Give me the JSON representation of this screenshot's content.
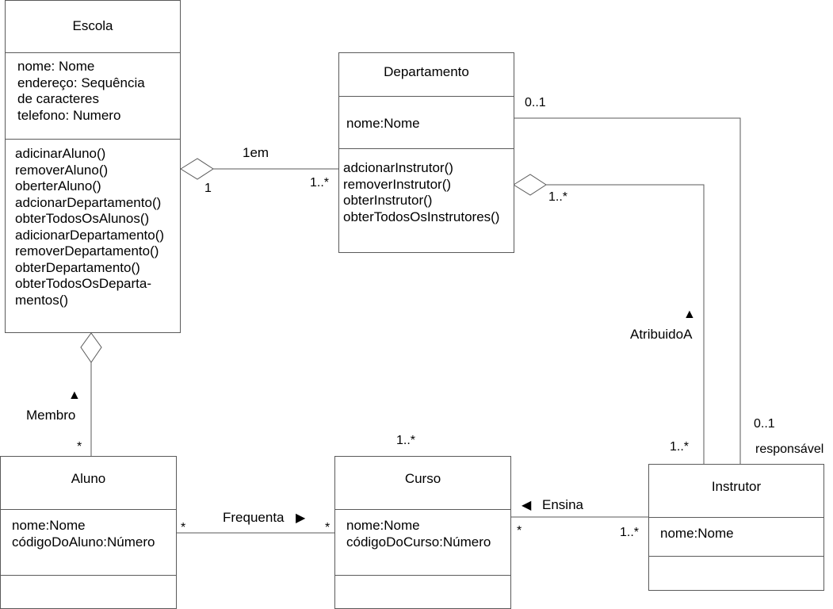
{
  "classes": {
    "escola": {
      "name": "Escola",
      "attributes": [
        "nome: Nome",
        "endereço: Sequência",
        "de caracteres",
        "telefono: Numero"
      ],
      "operations": [
        "adicinarAluno()",
        "removerAluno()",
        "oberterAluno()",
        "adcionarDepartamento()",
        "obterTodosOsAlunos()",
        "adicionarDepartamento()",
        "removerDepartamento()",
        "obterDepartamento()",
        "obterTodosOsDeparta-",
        "mentos()"
      ]
    },
    "departamento": {
      "name": "Departamento",
      "attributes": [
        "nome:Nome"
      ],
      "operations": [
        "adcionarInstrutor()",
        "removerInstrutor()",
        "obterInstrutor()",
        "obterTodosOsInstrutores()"
      ]
    },
    "aluno": {
      "name": "Aluno",
      "attributes": [
        "nome:Nome",
        "códigoDoAluno:Número"
      ]
    },
    "curso": {
      "name": "Curso",
      "attributes": [
        "nome:Nome",
        "códigoDoCurso:Número"
      ]
    },
    "instrutor": {
      "name": "Instrutor",
      "attributes": [
        "nome:Nome"
      ]
    }
  },
  "associations": {
    "escola_departamento": {
      "name": "1em",
      "escola_mult": "1",
      "departamento_mult": "1..*"
    },
    "escola_aluno": {
      "name": "Membro",
      "direction": "up",
      "aluno_mult": "*"
    },
    "departamento_instrutor": {
      "name": "AtribuidoA",
      "direction": "up",
      "departamento_mult": "1..*",
      "instrutor_mult": "1..*"
    },
    "responsavel": {
      "name": "responsável",
      "departamento_mult": "0..1",
      "instrutor_mult": "0..1"
    },
    "frequenta": {
      "name": "Frequenta",
      "direction": "right",
      "aluno_mult": "*",
      "curso_mult": "*"
    },
    "ensina": {
      "name": "Ensina",
      "direction": "left",
      "curso_mult": "*",
      "instrutor_mult": "1..*"
    },
    "curso_top_mult": "1..*"
  }
}
